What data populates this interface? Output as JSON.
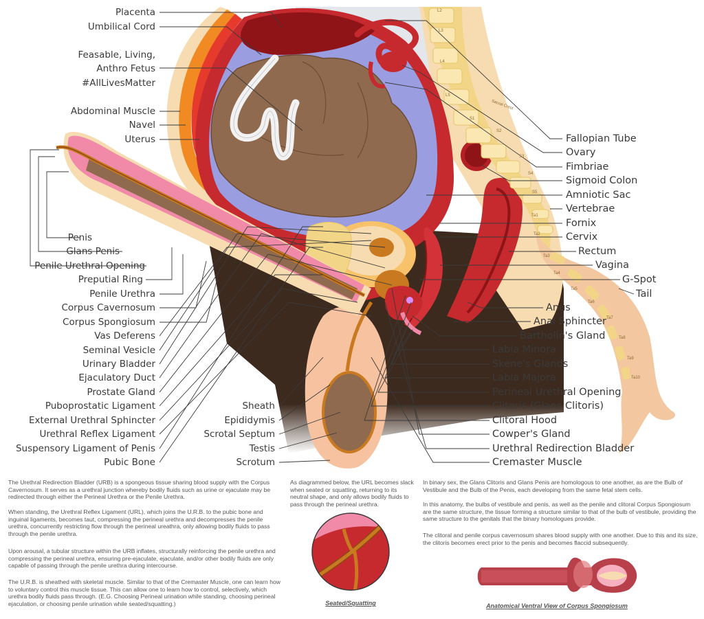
{
  "labels_left": [
    "Placenta",
    "Umbilical Cord",
    "Feasable, Living,",
    "Anthro Fetus",
    "#AllLivesMatter",
    "Abdominal Muscle",
    "Navel",
    "Uterus",
    "Penis",
    "Glans Penis",
    "Penile Urethral Opening",
    "Preputial Ring",
    "Penile Urethra",
    "Corpus Cavernosum",
    "Corpus Spongiosum",
    "Vas Deferens",
    "Seminal Vesicle",
    "Urinary Bladder",
    "Ejaculatory Duct",
    "Prostate Gland",
    "Puboprostatic Ligament",
    "External Urethral Sphincter",
    "Urethral Reflex Ligament",
    "Suspensory Ligament of Penis",
    "Pubic Bone"
  ],
  "labels_center": [
    "Sheath",
    "Epididymis",
    "Scrotal Septum",
    "Testis",
    "Scrotum"
  ],
  "labels_right": [
    "Fallopian Tube",
    "Ovary",
    "Fimbriae",
    "Sigmoid Colon",
    "Amniotic Sac",
    "Vertebrae",
    "Fornix",
    "Cervix",
    "Rectum",
    "Vagina",
    "G-Spot",
    "Tail",
    "Anus",
    "Anal Sphincter",
    "Bartholin's Gland",
    "Labia Minora",
    "Skene's Glands",
    "Labia Majora",
    "Perineal Urethral Opening",
    "Clitoris (Glans Clitoris)",
    "Clitoral Hood",
    "Cowper's Gland",
    "Urethral Redirection Bladder",
    "Cremaster Muscle"
  ],
  "vertebra_labels": [
    "L2",
    "L3",
    "L4",
    "L5",
    "S1",
    "S2",
    "S3",
    "S4",
    "S5",
    "Ta1",
    "Ta2",
    "Ta3",
    "Ta4",
    "Ta5",
    "Ta6",
    "Ta7",
    "Ta8",
    "Ta9",
    "Ta10",
    "Sacral Crest"
  ],
  "text_left": [
    "The Urethral Redirection Bladder (URB) is a spongeous tissue sharing blood supply with the Corpus Cavernosum. It serves as a urethral junction whereby bodily fluids such as urine or ejaculate may be redirected through either the Perineal Urethra or the Penile Urethra.",
    "When standing, the Urethral Reflex Ligament (URL), which joins the U.R.B. to the pubic bone and inguinal ligaments, becomes taut, compressing the perineal urethra and decompresses the penile urethra, concurrently restricting flow through the perineal ureathra, only allowing bodily fluids to pass through the penile urethra.",
    "Upon arousal, a tubular structure within the URB inflates, structurally reinforcing the penile urethra and compressing the perineal urethra, ensuring pre-ejaculate, ejaculate, and/or other bodily fluids are only capable of passing through the penile urethra during intercourse.",
    "The U.R.B. is sheathed with skeletal muscle. Similar to that of the Cremaster Muscle, one can learn how to voluntary control this muscle tissue. This can allow one to learn how to control, selectively, which urethra bodily fluids pass through. (E.G. Choosing Perineal urination while standing, choosing perineal ejaculation, or choosing penile urination while seated/squatting.)"
  ],
  "text_center": "As diagrammed below, the URL becomes slack when seated or squatting, returning to its neutral shape, and only allows bodily fluids to pass through the perineal urethra.",
  "text_right": [
    "In binary sex, the Glans Clitoris and Glans Penis are homologous to one another, as are the Bulb of Vestibule and the Bulb of the Penis, each developing from the same fetal stem cells.",
    "In this anatomy, the bulbs of vestibule and penis, as well as the penile and clitoral Corpus Spongiosum are the same structure, the tissue forming a structure similar to that of the bulb of vestibule, providing the same structure to the genitals that the binary homologues provide.",
    "The clitoral and penile corpus cavernosum shares blood supply with one another. Due to this and its size, the clitoris becomes erect prior to the penis and becomes flaccid subsequently."
  ],
  "caption_circle": "Seated/Squatting",
  "caption_spongiosum": "Anatomical Ventral View of Corpus Spongiosum",
  "colors": {
    "skin": "#f6dcb0",
    "bone": "#f3d588",
    "muscle": "#c62a2e",
    "fetus": "#8f6a4e",
    "amnion": "#9a9ee0",
    "penis_pink": "#f08aa8",
    "dark_tissue": "#3d2a1e",
    "label_text": "#3a3a3a"
  }
}
